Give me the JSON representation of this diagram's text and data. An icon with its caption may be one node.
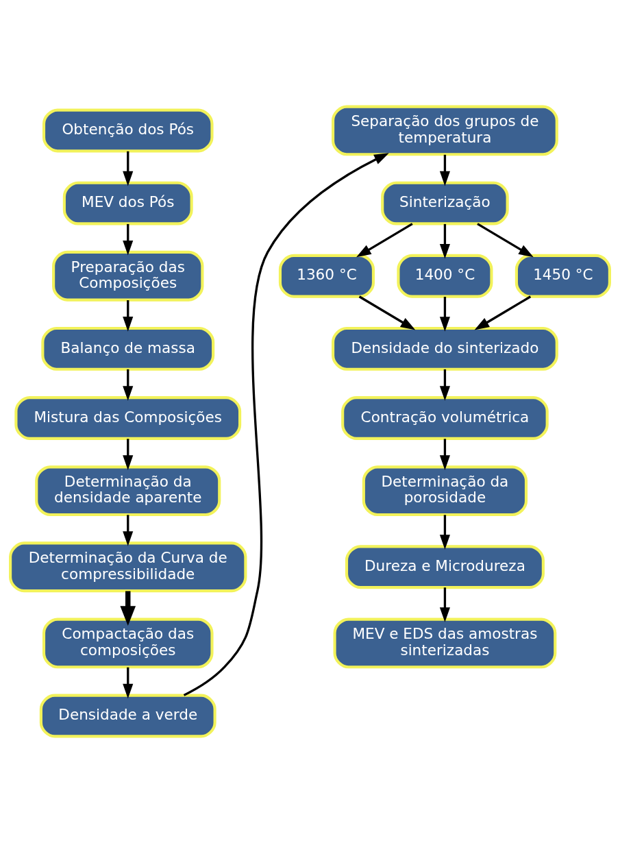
{
  "diagram": {
    "nodes": [
      {
        "text": [
          "Obtenção dos Pós"
        ]
      },
      {
        "text": [
          "MEV dos Pós"
        ]
      },
      {
        "text": [
          "Preparação das Composições"
        ]
      },
      {
        "text": [
          "Balanço de massa"
        ]
      },
      {
        "text": [
          "Mistura das Composições"
        ]
      },
      {
        "text": [
          "Determinação da densidade aparente"
        ]
      },
      {
        "text": [
          "Determinação da Curva de compressibilidade"
        ]
      },
      {
        "text": [
          "Compactação das composições"
        ]
      },
      {
        "text": [
          "Densidade a verde"
        ]
      },
      {
        "text": [
          "Separação dos grupos de temperatura"
        ]
      },
      {
        "text": [
          "Sinterização"
        ]
      },
      {
        "text": [
          "1360 °C"
        ]
      },
      {
        "text": [
          "1400 °C"
        ]
      },
      {
        "text": [
          "1450 °C"
        ]
      },
      {
        "text": [
          "Densidade do sinterizado"
        ]
      },
      {
        "text": [
          "Contração volumétrica"
        ]
      },
      {
        "text": [
          "Determinação da porosidade"
        ]
      },
      {
        "text": [
          "Dureza e Microdureza"
        ]
      },
      {
        "text": [
          "MEV e EDS das amostras sinterizadas"
        ]
      }
    ],
    "edges": [
      {
        "from": 0,
        "to": 1,
        "arrow": "to"
      },
      {
        "from": 1,
        "to": 2,
        "arrow": "to"
      },
      {
        "from": 2,
        "to": 3,
        "arrow": "to"
      },
      {
        "from": 3,
        "to": 4,
        "arrow": "to"
      },
      {
        "from": 4,
        "to": 5,
        "arrow": "to"
      },
      {
        "from": 5,
        "to": 6,
        "arrow": "to"
      },
      {
        "from": 6,
        "to": 7,
        "arrow": "to",
        "style": "thick"
      },
      {
        "from": 7,
        "to": 8,
        "arrow": "to"
      },
      {
        "from": 8,
        "to": 9,
        "arrow": "to"
      },
      {
        "from": 9,
        "to": 10,
        "arrow": "to"
      },
      {
        "from": 10,
        "to": 11,
        "arrow": "to"
      },
      {
        "from": 10,
        "to": 12,
        "arrow": "to"
      },
      {
        "from": 10,
        "to": 13,
        "arrow": "to"
      },
      {
        "from": 11,
        "to": 14,
        "arrow": "to"
      },
      {
        "from": 12,
        "to": 14,
        "arrow": "to"
      },
      {
        "from": 13,
        "to": 14,
        "arrow": "to"
      },
      {
        "from": 14,
        "to": 15,
        "arrow": "to"
      },
      {
        "from": 15,
        "to": 16,
        "arrow": "to"
      },
      {
        "from": 16,
        "to": 17,
        "arrow": "to"
      },
      {
        "from": 17,
        "to": 18,
        "arrow": "to"
      }
    ]
  }
}
